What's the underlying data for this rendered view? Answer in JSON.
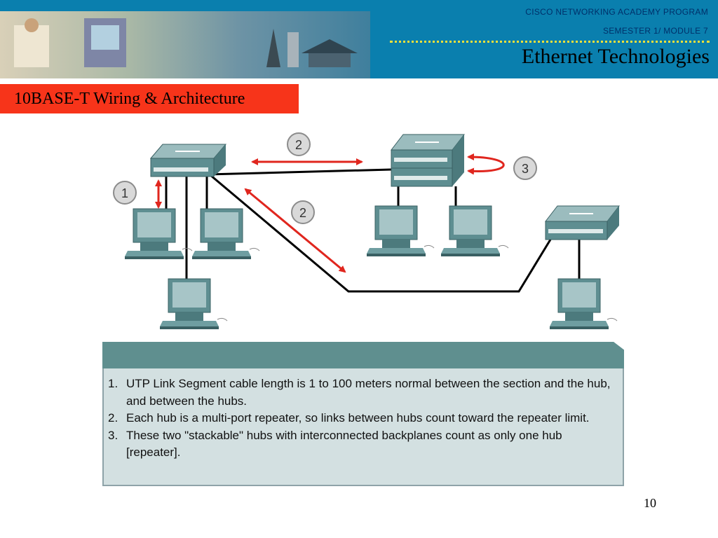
{
  "header": {
    "program": "CISCO NETWORKING ACADEMY PROGRAM",
    "semester": "SEMESTER 1/ MODULE 7",
    "title": "Ethernet Technologies"
  },
  "slide": {
    "subtitle": "10BASE-T Wiring & Architecture",
    "page_number": "10"
  },
  "diagram": {
    "callouts": [
      "1",
      "2",
      "2",
      "3"
    ],
    "colors": {
      "arrow": "#e0261e",
      "cable": "#000000",
      "device": "#5e8e91",
      "callout_fill": "#d9d9d9"
    }
  },
  "notes": {
    "items": [
      {
        "num": "1.",
        "text": "UTP Link Segment cable length is 1 to 100 meters normal between the section and the hub, and between the hubs."
      },
      {
        "num": "2.",
        "text": "Each hub is a multi-port repeater, so links between hubs count toward the repeater limit."
      },
      {
        "num": "3.",
        "text": "These two \"stackable\" hubs with interconnected backplanes count as only one hub [repeater]."
      }
    ]
  },
  "colors": {
    "header_bg": "#0a7fae",
    "header_text": "#00306a",
    "dotted_rule": "#f4e13a",
    "subtitle_bg": "#f7341a",
    "notes_head": "#5f8f8f",
    "notes_body": "#d3e0e1"
  }
}
